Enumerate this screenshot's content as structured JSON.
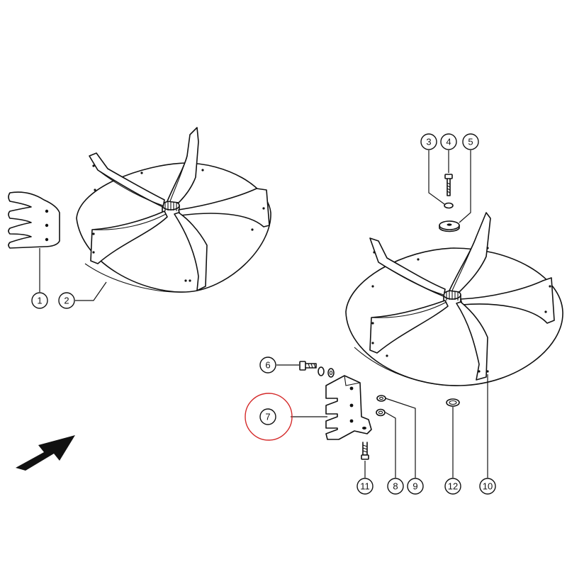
{
  "callouts": [
    {
      "id": "1",
      "label": "1"
    },
    {
      "id": "2",
      "label": "2"
    },
    {
      "id": "3",
      "label": "3"
    },
    {
      "id": "4",
      "label": "4"
    },
    {
      "id": "5",
      "label": "5"
    },
    {
      "id": "6",
      "label": "6"
    },
    {
      "id": "7",
      "label": "7"
    },
    {
      "id": "8",
      "label": "8"
    },
    {
      "id": "9",
      "label": "9"
    },
    {
      "id": "10",
      "label": "10"
    },
    {
      "id": "11",
      "label": "11"
    },
    {
      "id": "12",
      "label": "12"
    }
  ],
  "highlighted_callout": "7",
  "colors": {
    "line": "#111111",
    "background": "#ffffff",
    "highlight": "#d42a2a"
  }
}
